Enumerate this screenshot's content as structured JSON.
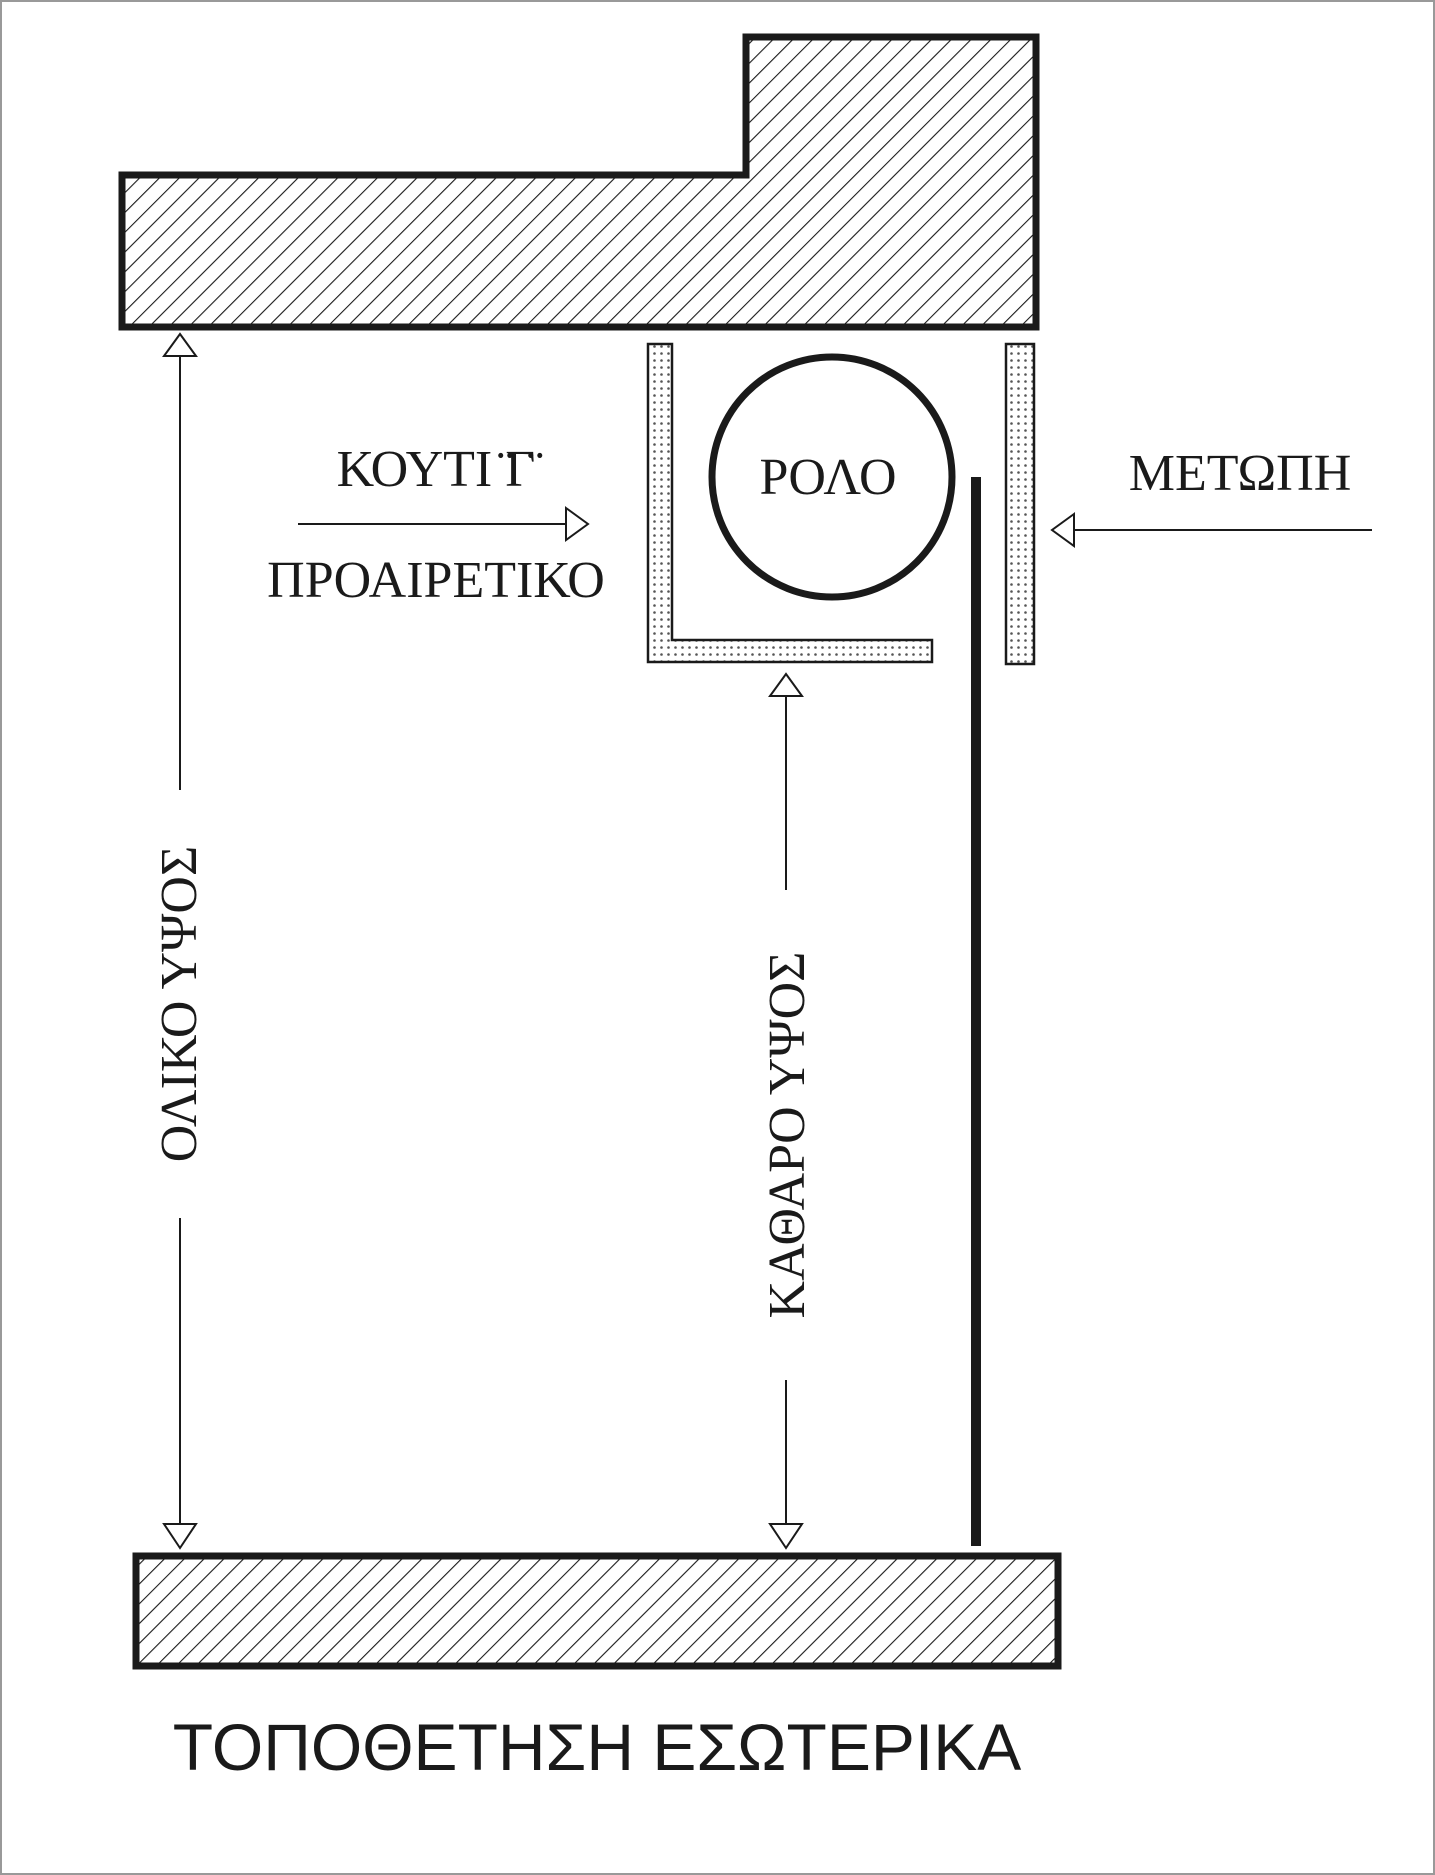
{
  "labels": {
    "box_g": "ΚΟΥΤΙ ̈Γ̈",
    "optional": "ΠΡΟΑΙΡΕΤΙΚΟ",
    "roll": "ΡΟΛΟ",
    "front": "ΜΕΤΩΠΗ",
    "total_height": "ΟΛΙΚΟ ΥΨΟΣ",
    "clear_height": "ΚΑΘΑΡΟ ΥΨΟΣ"
  },
  "title": "ΤΟΠΟΘΕΤΗΣΗ ΕΣΩΤΕΡΙΚΑ",
  "colors": {
    "stroke": "#1a1a1a",
    "hatch": "#1a1a1a",
    "dots": "#555555",
    "background": "#ffffff"
  }
}
